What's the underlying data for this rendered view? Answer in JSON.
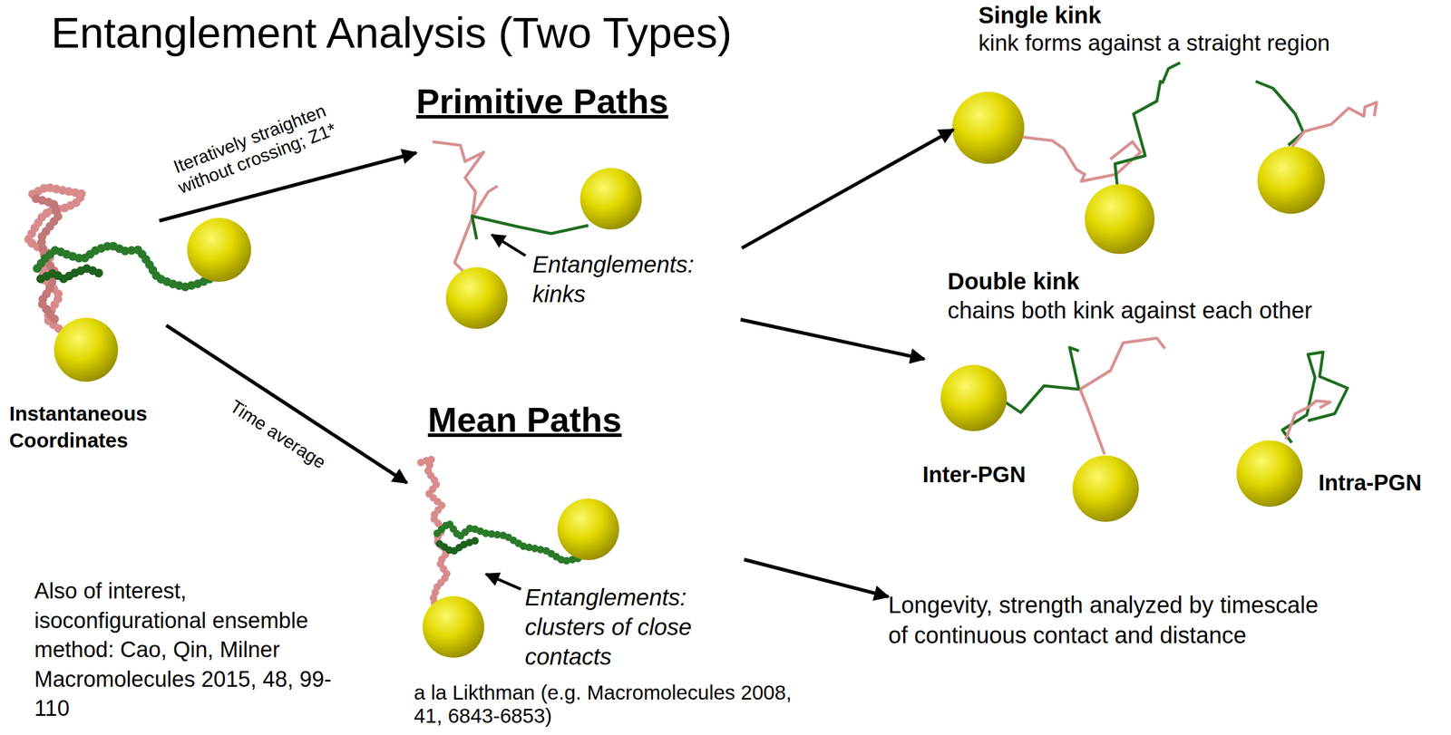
{
  "diagram": {
    "title": "Entanglement Analysis (Two Types)",
    "nodes": [
      {
        "text": [
          "Instantaneous Coordinates"
        ]
      },
      {
        "text": [
          "Primitive Paths",
          "Entanglements: kinks"
        ]
      },
      {
        "text": [
          "Mean Paths",
          "Entanglements: clusters of close contacts"
        ]
      },
      {
        "text": [
          "Single kink",
          "kink forms against a straight region"
        ]
      },
      {
        "text": [
          "Double kink",
          "chains both kink against each other"
        ]
      },
      {
        "text": [
          "Longevity, strength analyzed by timescale of continuous contact and distance"
        ]
      }
    ],
    "edges": [
      {
        "from": 0,
        "to": 1,
        "label": "Iteratively straighten without crossing; Z1*",
        "arrow": "to"
      },
      {
        "from": 0,
        "to": 2,
        "label": "Time average",
        "arrow": "to"
      },
      {
        "from": 1,
        "to": 3,
        "arrow": "to"
      },
      {
        "from": 1,
        "to": 4,
        "arrow": "to"
      },
      {
        "from": 2,
        "to": 5,
        "arrow": "to"
      }
    ],
    "labels": [
      "Inter-PGN",
      "Intra-PGN",
      "a la Likthman (e.g. Macromolecules 2008, 41, 6843-6853)",
      "Also of interest, isoconfigurational ensemble method: Cao, Qin, Milner Macromolecules 2015, 48, 99-110"
    ]
  }
}
